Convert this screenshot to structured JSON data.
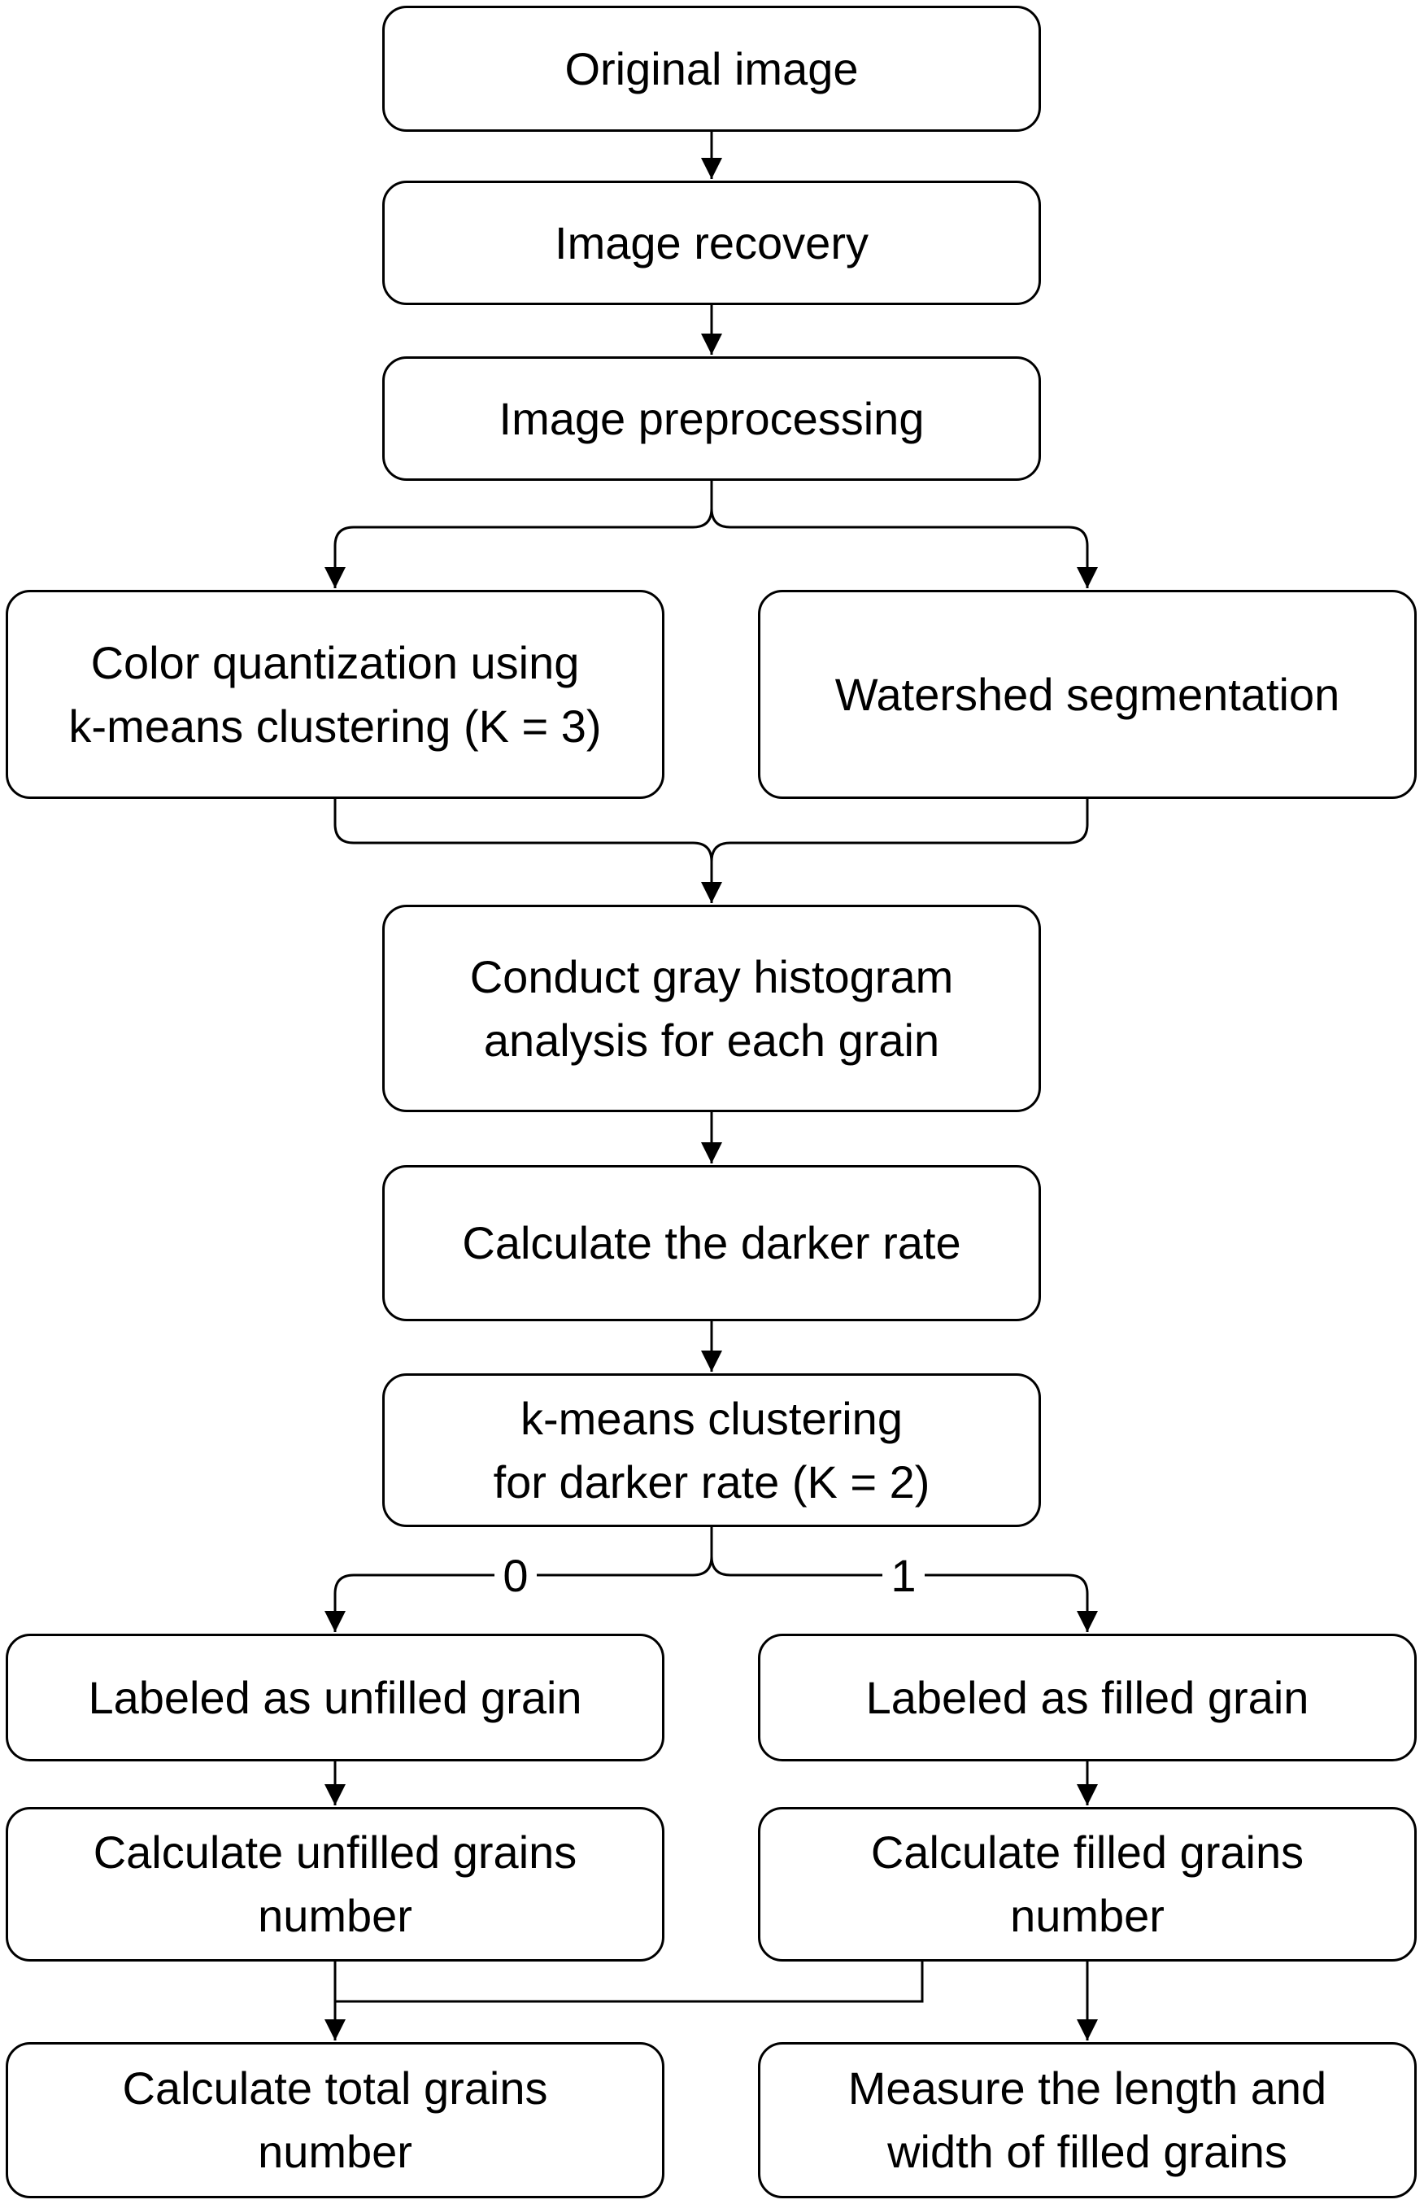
{
  "nodes": {
    "original": {
      "lines": [
        "Original image"
      ]
    },
    "recovery": {
      "lines": [
        "Image recovery"
      ]
    },
    "preprocessing": {
      "lines": [
        "Image preprocessing"
      ]
    },
    "color_quant": {
      "lines": [
        "Color quantization using",
        "k-means clustering (K = 3)"
      ]
    },
    "watershed": {
      "lines": [
        "Watershed segmentation"
      ]
    },
    "histogram": {
      "lines": [
        "Conduct gray histogram",
        "analysis for each grain"
      ]
    },
    "darker_rate": {
      "lines": [
        "Calculate the darker rate"
      ]
    },
    "kmeans2": {
      "lines": [
        "k-means clustering",
        "for darker rate (K = 2)"
      ]
    },
    "unfilled": {
      "lines": [
        "Labeled as unfilled grain"
      ]
    },
    "filled": {
      "lines": [
        "Labeled as filled grain"
      ]
    },
    "calc_unfilled": {
      "lines": [
        "Calculate unfilled grains",
        "number"
      ]
    },
    "calc_filled": {
      "lines": [
        "Calculate filled grains",
        "number"
      ]
    },
    "total": {
      "lines": [
        "Calculate total grains",
        "number"
      ]
    },
    "measure": {
      "lines": [
        "Measure the length and",
        "width of filled grains"
      ]
    }
  },
  "edge_labels": {
    "to_unfilled": "0",
    "to_filled": "1"
  }
}
